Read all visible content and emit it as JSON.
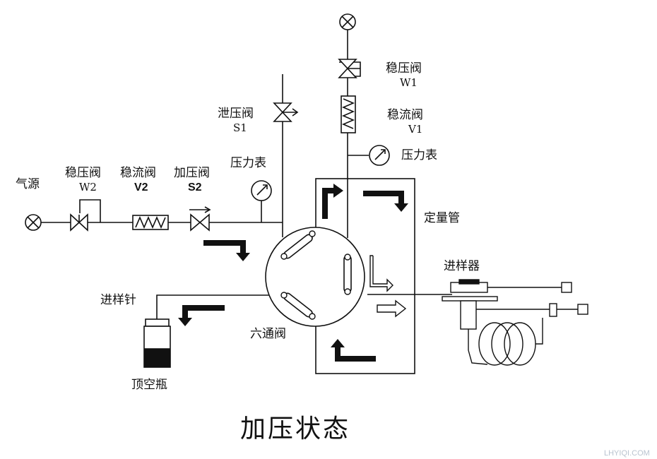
{
  "title": "加压状态",
  "watermark": "LHYIQI.COM",
  "labels": {
    "gas_source": "气源",
    "w2_name": "稳压阀",
    "w2_code": "W2",
    "v2_name": "稳流阀",
    "v2_code": "V2",
    "s2_name": "加压阀",
    "s2_code": "S2",
    "gauge_left": "压力表",
    "s1_name": "泄压阀",
    "s1_code": "S1",
    "w1_name": "稳压阀",
    "w1_code": "W1",
    "v1_name": "稳流阀",
    "v1_code": "V1",
    "gauge_right": "压力表",
    "quant_loop": "定量管",
    "injector": "进样器",
    "needle": "进样针",
    "six_port": "六通阀",
    "vial": "顶空瓶"
  },
  "colors": {
    "line": "#111111",
    "arrow": "#111111"
  }
}
